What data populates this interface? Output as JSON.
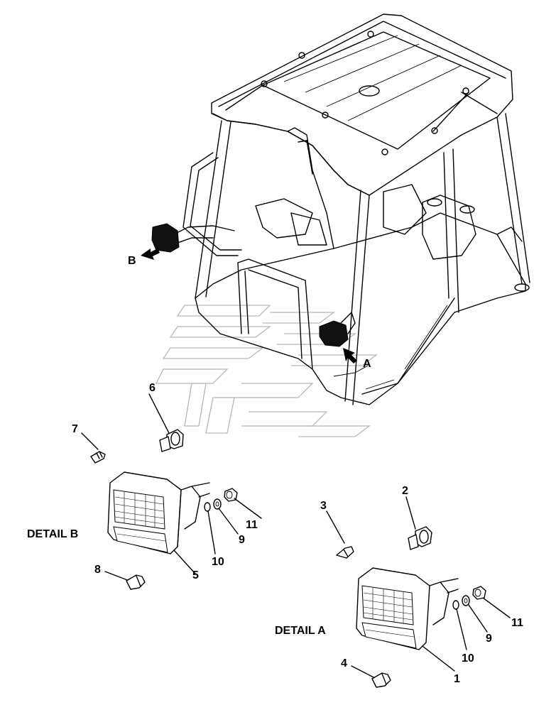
{
  "callouts": {
    "c1": "1",
    "c2": "2",
    "c3": "3",
    "c4": "4",
    "c5": "5",
    "c6": "6",
    "c7": "7",
    "c8": "8",
    "c9a": "9",
    "c9b": "9",
    "c10a": "10",
    "c10b": "10",
    "c11a": "11",
    "c11b": "11"
  },
  "view_labels": {
    "a": "A",
    "b": "B"
  },
  "details": {
    "a": "DETAIL A",
    "b": "DETAIL B"
  }
}
